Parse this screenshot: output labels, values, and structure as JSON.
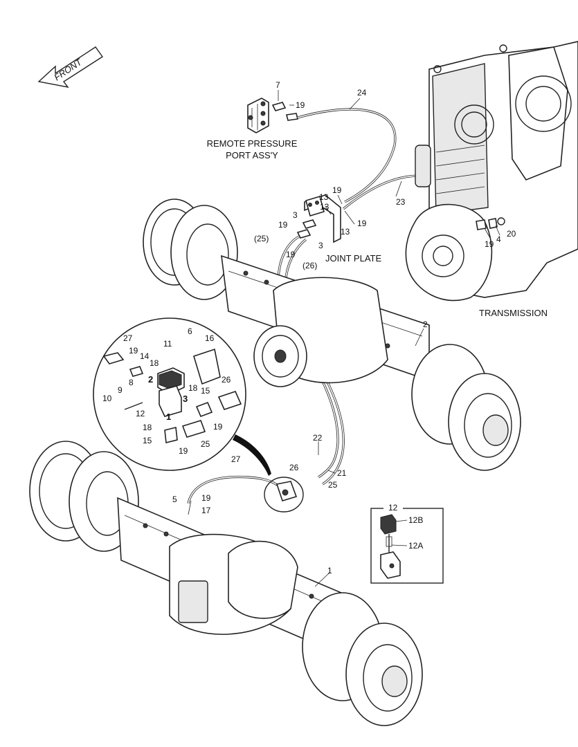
{
  "front_arrow": {
    "label": "FRONT"
  },
  "assemblies": {
    "remote_pressure_port": "REMOTE PRESSURE\nPORT ASS'Y",
    "joint_plate": "JOINT PLATE",
    "transmission": "TRANSMISSION"
  },
  "callouts": {
    "c7": "7",
    "c19a": "19",
    "c24": "24",
    "c19b": "19",
    "c13a": "13",
    "c13b": "13",
    "c19c": "19",
    "c13c": "13",
    "c19d": "19",
    "c3a": "3",
    "c25p": "(25)",
    "c19e": "19",
    "c3b": "3",
    "c26p": "(26)",
    "c23": "23",
    "c19f": "19",
    "c4": "4",
    "c20": "20",
    "c2": "2",
    "c27a": "27",
    "c19g": "19",
    "c14": "14",
    "c11": "11",
    "c6": "6",
    "c16": "16",
    "c18a": "18",
    "c2b": "2",
    "c8": "8",
    "c9": "9",
    "c10": "10",
    "c12": "12",
    "c18b": "18",
    "c3c": "3",
    "c15a": "15",
    "c26a": "26",
    "c19h": "19",
    "c1s": "1",
    "c18c": "18",
    "c15b": "15",
    "c19i": "19",
    "c25a": "25",
    "c22": "22",
    "c26b": "26",
    "c21": "21",
    "c25b": "25",
    "c27b": "27",
    "c5": "5",
    "c19j": "19",
    "c17": "17",
    "c1": "1"
  },
  "inset": {
    "title": "12",
    "items": [
      "12B",
      "12A"
    ]
  }
}
